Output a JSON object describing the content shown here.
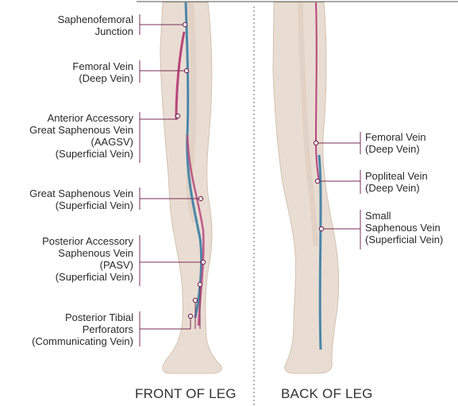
{
  "colors": {
    "skin": "#e9ddd3",
    "skin_shade": "#d6c4b6",
    "deep_vein": "#4a86a8",
    "superficial_vein": "#b8457a",
    "line": "#7a2d5a",
    "text": "#2a2a2a",
    "divider": "#555555"
  },
  "front": {
    "caption": "FRONT OF LEG",
    "labels": [
      {
        "id": "saphenofemoral-junction",
        "lines": [
          "Saphenofemoral",
          "Junction"
        ]
      },
      {
        "id": "femoral-vein-front",
        "lines": [
          "Femoral Vein",
          "(Deep Vein)"
        ]
      },
      {
        "id": "aagsv",
        "lines": [
          "Anterior Accessory",
          "Great Saphenous Vein",
          "(AAGSV)",
          "(Superficial Vein)"
        ]
      },
      {
        "id": "great-saphenous-vein",
        "lines": [
          "Great Saphenous Vein",
          "(Superficial Vein)"
        ]
      },
      {
        "id": "pasv",
        "lines": [
          "Posterior Accessory",
          "Saphenous Vein",
          "(PASV)",
          "(Superficial Vein)"
        ]
      },
      {
        "id": "posterior-tibial-perforators",
        "lines": [
          "Posterior Tibial",
          "Perforators",
          "(Communicating Vein)"
        ]
      }
    ]
  },
  "back": {
    "caption": "BACK OF LEG",
    "labels": [
      {
        "id": "femoral-vein-back",
        "lines": [
          "Femoral Vein",
          "(Deep Vein)"
        ]
      },
      {
        "id": "popliteal-vein",
        "lines": [
          "Popliteal Vein",
          "(Deep Vein)"
        ]
      },
      {
        "id": "small-saphenous-vein",
        "lines": [
          "Small",
          "Saphenous Vein",
          "(Superficial Vein)"
        ]
      }
    ]
  }
}
